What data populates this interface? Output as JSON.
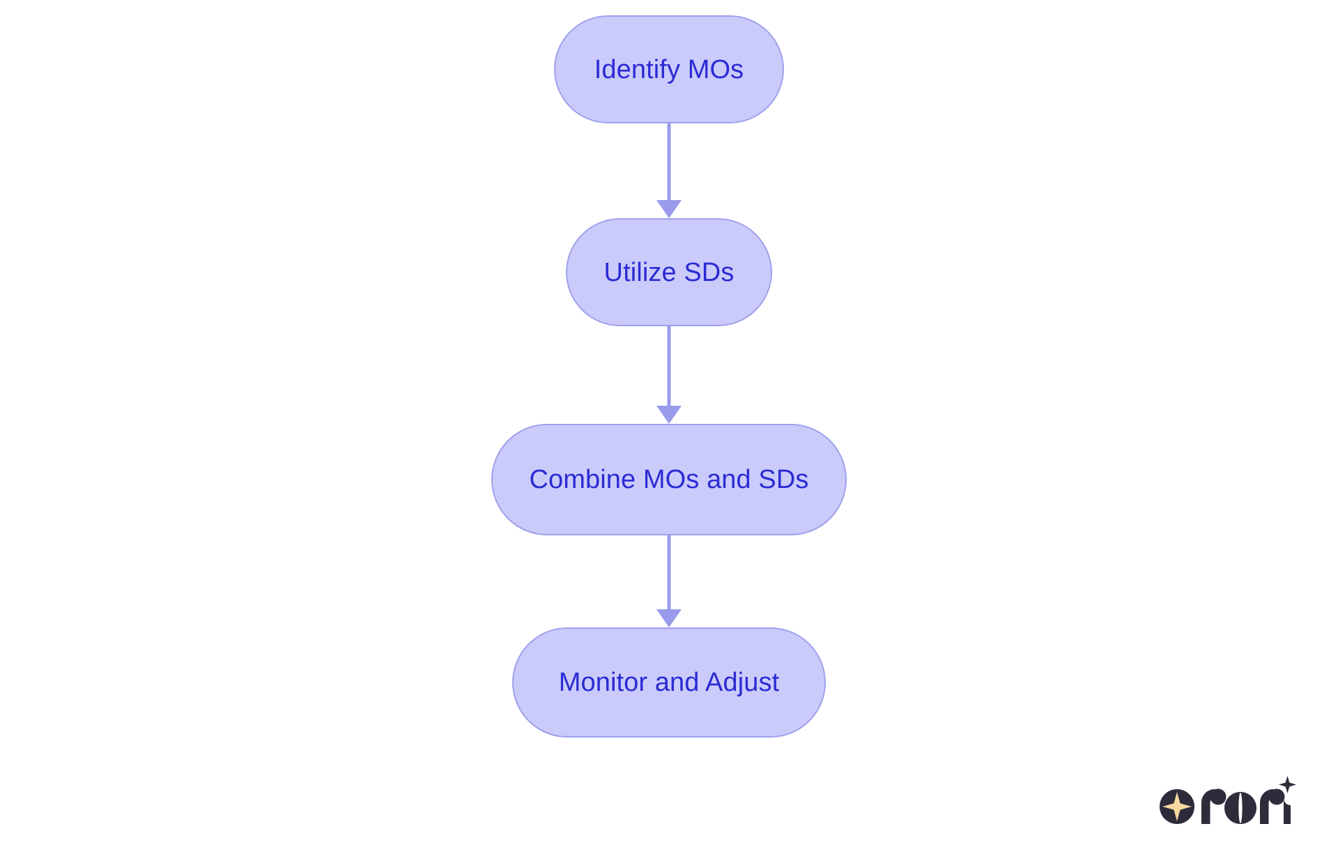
{
  "diagram": {
    "type": "flowchart",
    "orientation": "top-to-bottom",
    "background_color": "#ffffff",
    "node_fill_color": "#cacbfb",
    "node_border_color": "#9fa0ec",
    "node_text_color": "#2b2bd4",
    "connector_color": "#9a9bec",
    "nodes": [
      {
        "id": "n1",
        "label": "Identify MOs",
        "shape": "rounded-pill"
      },
      {
        "id": "n2",
        "label": "Utilize SDs",
        "shape": "rounded-pill"
      },
      {
        "id": "n3",
        "label": "Combine MOs and SDs",
        "shape": "rounded-pill"
      },
      {
        "id": "n4",
        "label": "Monitor and Adjust",
        "shape": "rounded-pill"
      }
    ],
    "edges": [
      {
        "from": "n1",
        "to": "n2",
        "arrow": "down"
      },
      {
        "from": "n2",
        "to": "n3",
        "arrow": "down"
      },
      {
        "from": "n3",
        "to": "n4",
        "arrow": "down"
      }
    ]
  },
  "branding": {
    "logo_text": "rori",
    "logo_color": "#2e2b3b",
    "logo_accent_color": "#f7d9a0",
    "logo_icon_name": "sparkle-star-icon"
  }
}
